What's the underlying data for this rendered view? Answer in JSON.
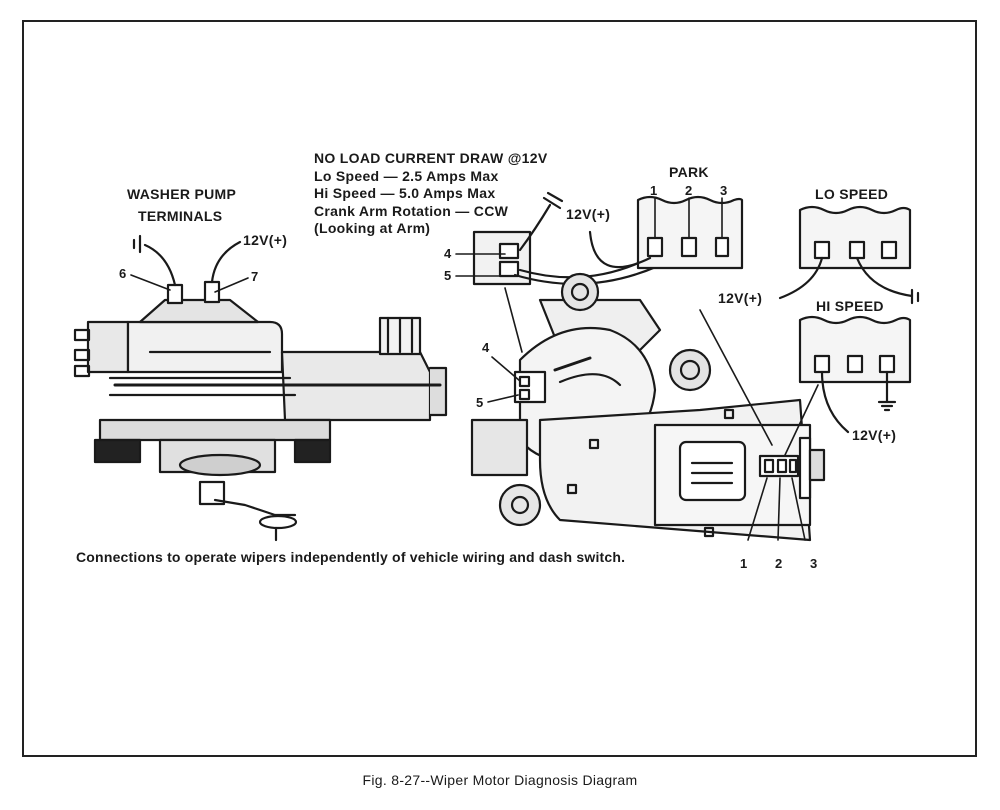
{
  "washer": {
    "title_line1": "WASHER PUMP",
    "title_line2": "TERMINALS",
    "supply": "12V(+)",
    "term6": "6",
    "term7": "7"
  },
  "spec": {
    "line1": "NO LOAD CURRENT DRAW @12V",
    "line2": "Lo Speed — 2.5 Amps Max",
    "line3": "Hi Speed — 5.0 Amps Max",
    "line4": "Crank Arm Rotation — CCW",
    "line5": "(Looking at Arm)"
  },
  "connector": {
    "term4": "4",
    "term5": "5",
    "supply": "12V(+)"
  },
  "motor": {
    "term4": "4",
    "term5": "5",
    "pin1": "1",
    "pin2": "2",
    "pin3": "3"
  },
  "park": {
    "title": "PARK",
    "pin1": "1",
    "pin2": "2",
    "pin3": "3"
  },
  "lo_speed": {
    "title": "LO SPEED",
    "supply": "12V(+)"
  },
  "hi_speed": {
    "title": "HI SPEED",
    "supply": "12V(+)"
  },
  "note": "Connections to operate wipers independently of vehicle wiring and dash switch.",
  "caption": "Fig. 8-27--Wiper Motor Diagnosis Diagram"
}
